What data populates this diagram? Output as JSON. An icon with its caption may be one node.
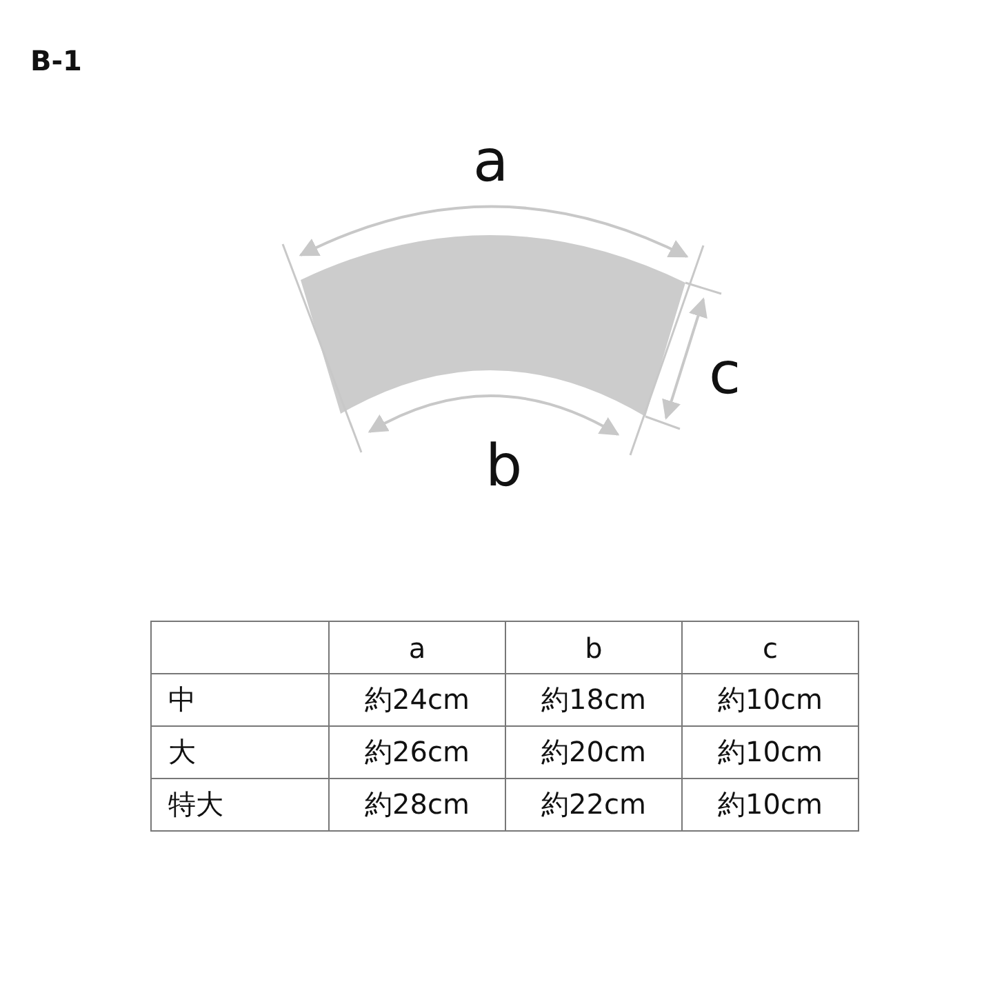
{
  "diagram": {
    "title": "B-1",
    "labels": [
      "a",
      "c",
      "b",
      "a",
      "b",
      "c",
      "中",
      "約24cm",
      "約18cm",
      "約10cm",
      "大",
      "約26cm",
      "約20cm",
      "約10cm",
      "特大",
      "約28cm",
      "約22cm",
      "約10cm"
    ]
  }
}
